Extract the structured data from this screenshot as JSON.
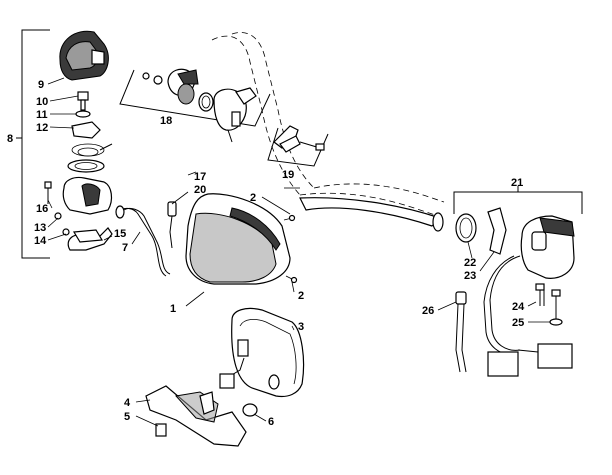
{
  "callouts": {
    "c1": "1",
    "c2a": "2",
    "c2b": "2",
    "c3": "3",
    "c4": "4",
    "c5": "5",
    "c6": "6",
    "c7": "7",
    "c8": "8",
    "c9": "9",
    "c10": "10",
    "c11": "11",
    "c12": "12",
    "c13": "13",
    "c14": "14",
    "c15": "15",
    "c16": "16",
    "c17": "17",
    "c18": "18",
    "c19": "19",
    "c20": "20",
    "c21": "21",
    "c22": "22",
    "c23": "23",
    "c24": "24",
    "c25": "25",
    "c26": "26"
  },
  "icons": {
    "handlebar": "handlebar-shape",
    "throttle": "throttle-assembly-shape",
    "headlight": "headlight-housing-shape",
    "switch": "switch-housing-shape"
  }
}
